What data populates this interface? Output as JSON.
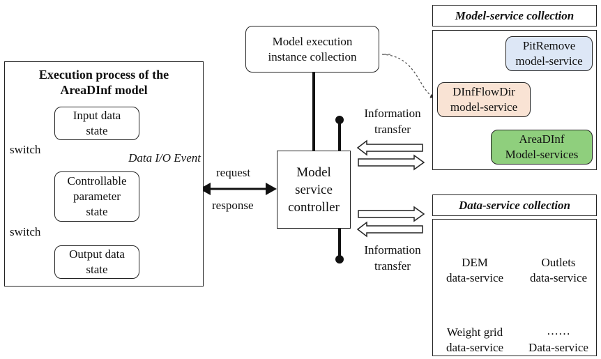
{
  "left_panel": {
    "title_line1": "Execution process of the",
    "title_line2": "AreaDInf model",
    "states": [
      {
        "line1": "Input data",
        "line2": "state",
        "line3": ""
      },
      {
        "line1": "Controllable",
        "line2": "parameter",
        "line3": "state"
      },
      {
        "line1": "Output data",
        "line2": "state",
        "line3": ""
      }
    ],
    "switch_labels": [
      "switch",
      "switch"
    ],
    "event_label": "Data I/O Event"
  },
  "center": {
    "request_label": "request",
    "response_label": "response",
    "controller_line1": "Model",
    "controller_line2": "service",
    "controller_line3": "controller",
    "instance_line1": "Model execution",
    "instance_line2": "instance collection",
    "info_top_line1": "Information",
    "info_top_line2": "transfer",
    "info_bottom_line1": "Information",
    "info_bottom_line2": "transfer"
  },
  "model_collection": {
    "header": "Model-service collection",
    "nodes": [
      {
        "line1": "PitRemove",
        "line2": "model-service",
        "color": "#dde7f6"
      },
      {
        "line1": "DInfFlowDir",
        "line2": "model-service",
        "color": "#f9e3d4"
      },
      {
        "line1": "AreaDInf",
        "line2": "Model-services",
        "color": "#8fcf7d"
      }
    ]
  },
  "data_collection": {
    "header": "Data-service collection",
    "items": [
      {
        "line1": "DEM",
        "line2": "data-service"
      },
      {
        "line1": "Outlets",
        "line2": "data-service"
      },
      {
        "line1": "Weight grid",
        "line2": "data-service"
      },
      {
        "line1": "……",
        "line2": "Data-service"
      }
    ]
  }
}
